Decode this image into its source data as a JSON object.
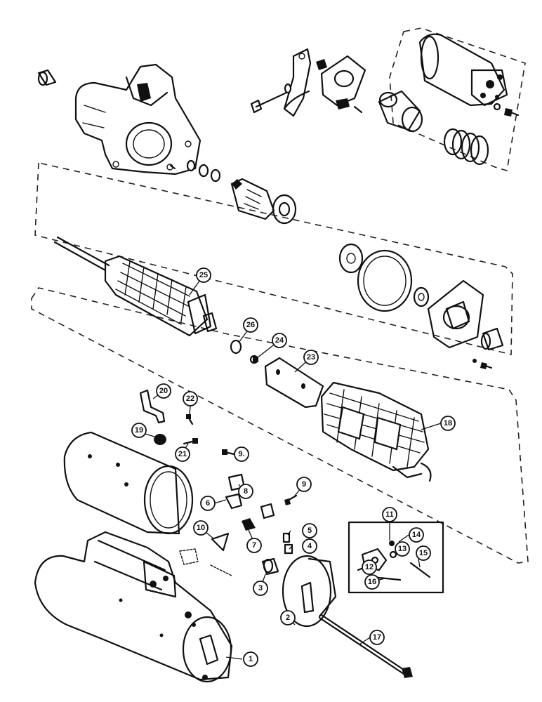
{
  "callouts": [
    {
      "id": "c1",
      "label": "1"
    },
    {
      "id": "c2",
      "label": "2"
    },
    {
      "id": "c3",
      "label": "3"
    },
    {
      "id": "c4",
      "label": "4"
    },
    {
      "id": "c5",
      "label": "5"
    },
    {
      "id": "c6",
      "label": "6"
    },
    {
      "id": "c7",
      "label": "7"
    },
    {
      "id": "c8",
      "label": "8"
    },
    {
      "id": "c9a",
      "label": "9."
    },
    {
      "id": "c9b",
      "label": "9"
    },
    {
      "id": "c10",
      "label": "10"
    },
    {
      "id": "c11",
      "label": "11"
    },
    {
      "id": "c12",
      "label": "12"
    },
    {
      "id": "c13",
      "label": "13"
    },
    {
      "id": "c14",
      "label": "14"
    },
    {
      "id": "c15",
      "label": "15"
    },
    {
      "id": "c16",
      "label": "16"
    },
    {
      "id": "c17",
      "label": "17"
    },
    {
      "id": "c18",
      "label": "18"
    },
    {
      "id": "c19",
      "label": "19"
    },
    {
      "id": "c20",
      "label": "20"
    },
    {
      "id": "c21",
      "label": "21"
    },
    {
      "id": "c22",
      "label": "22"
    },
    {
      "id": "c23",
      "label": "23"
    },
    {
      "id": "c24",
      "label": "24"
    },
    {
      "id": "c25",
      "label": "25"
    },
    {
      "id": "c26",
      "label": "26"
    }
  ]
}
